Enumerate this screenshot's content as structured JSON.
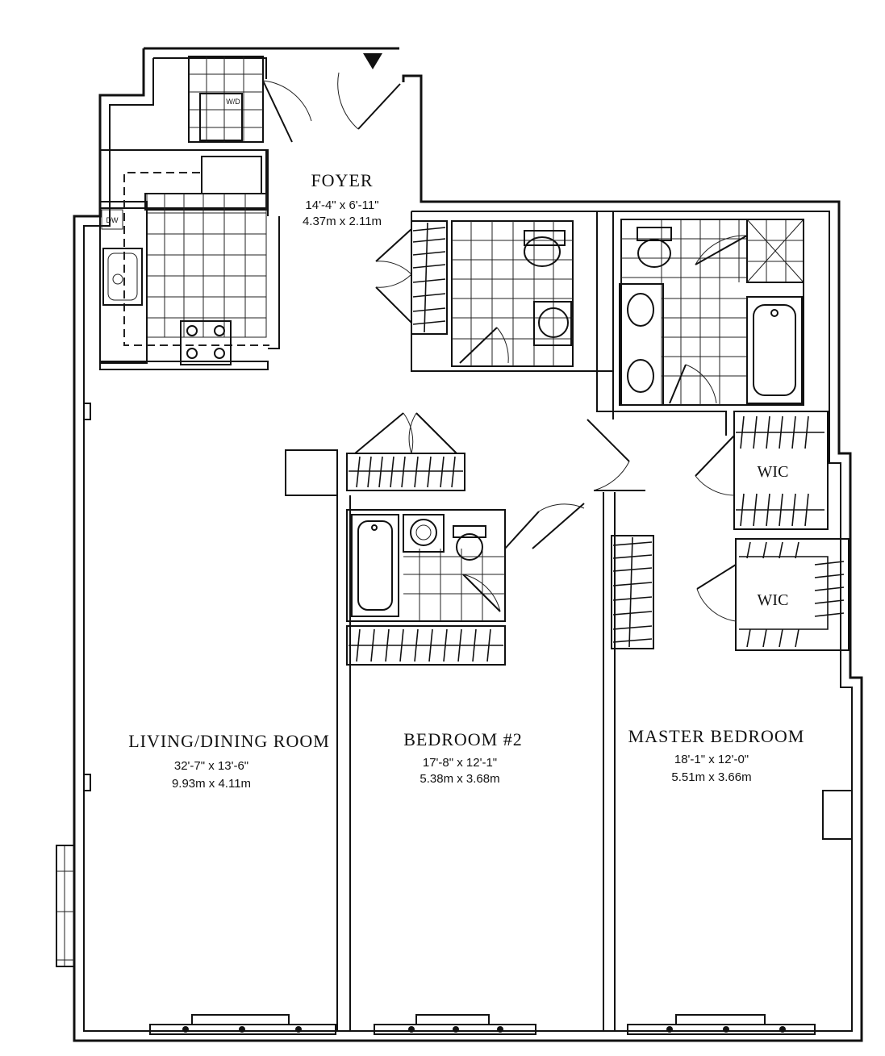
{
  "rooms": {
    "foyer": {
      "name": "FOYER",
      "imperial": "14'-4\" x 6'-11\"",
      "metric": "4.37m x 2.11m"
    },
    "living": {
      "name": "LIVING/DINING ROOM",
      "imperial": "32'-7\" x 13'-6\"",
      "metric": "9.93m x 4.11m"
    },
    "bedroom2": {
      "name": "BEDROOM #2",
      "imperial": "17'-8\" x 12'-1\"",
      "metric": "5.38m x 3.68m"
    },
    "master": {
      "name": "MASTER BEDROOM",
      "imperial": "18'-1\" x 12'-0\"",
      "metric": "5.51m x 3.66m"
    }
  },
  "closets": {
    "wic_upper": "WIC",
    "wic_lower": "WIC"
  },
  "fixtures": {
    "washer_dryer": "W/D",
    "dishwasher": "DW"
  }
}
